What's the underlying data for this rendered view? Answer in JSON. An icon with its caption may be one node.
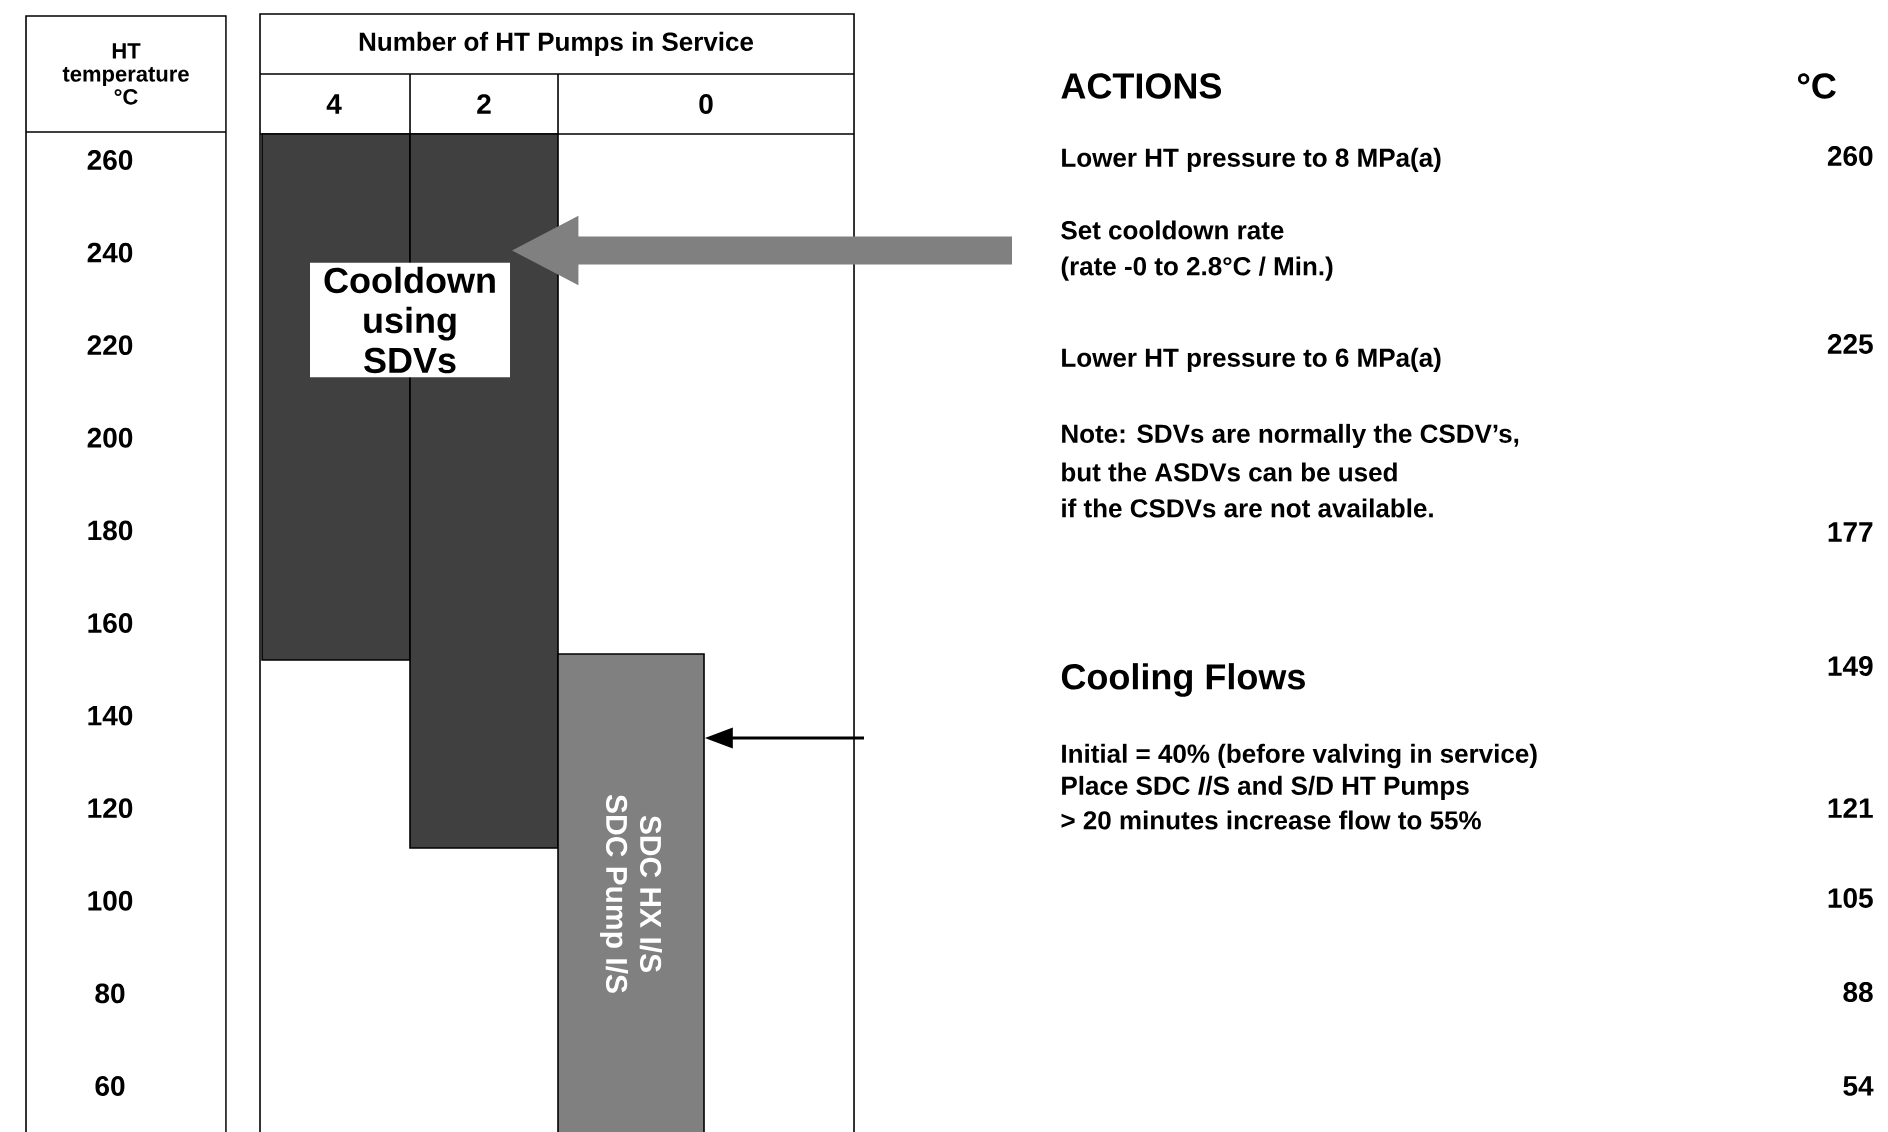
{
  "diagram": {
    "nodes": [
      {
        "text": [],
        "shape": "bar"
      },
      {
        "text": [],
        "shape": "bar"
      },
      {
        "text": [
          "Cooldown using SDVs"
        ]
      },
      {
        "text": [
          "SDC HX I/S SDC Pump I/S"
        ]
      },
      {
        "text": [
          "Set cooldown rate",
          "(rate -0 to 2.8°C / Min.)"
        ]
      }
    ],
    "edges": [
      {
        "from": 4,
        "to": 2,
        "arrow": "to",
        "style": "thick",
        "color": "#808080"
      },
      {
        "from": null,
        "to": 3,
        "arrow": "to",
        "color": "#000000"
      }
    ],
    "labels": [
      "HT temperature °C",
      "260",
      "240",
      "220",
      "200",
      "180",
      "160",
      "140",
      "120",
      "100",
      "80",
      "60",
      "Number of HT Pumps in Service",
      "4",
      "2",
      "0",
      "ACTIONS",
      "°C",
      "Lower HT pressure to 8 MPa(a)",
      "260",
      "Lower HT pressure to 6 MPa(a)",
      "225",
      "Note: SDVs are normally the CSDV’s,",
      "but the ASDVs can be used",
      "if the CSDVs are not available.",
      "177",
      "Cooling Flows",
      "149",
      "Initial = 40% (before valving in service)",
      "Place SDC *I*/S and S/D HT Pumps",
      "> 20 minutes increase flow to 55%",
      "121",
      "105",
      "88",
      "54"
    ]
  }
}
